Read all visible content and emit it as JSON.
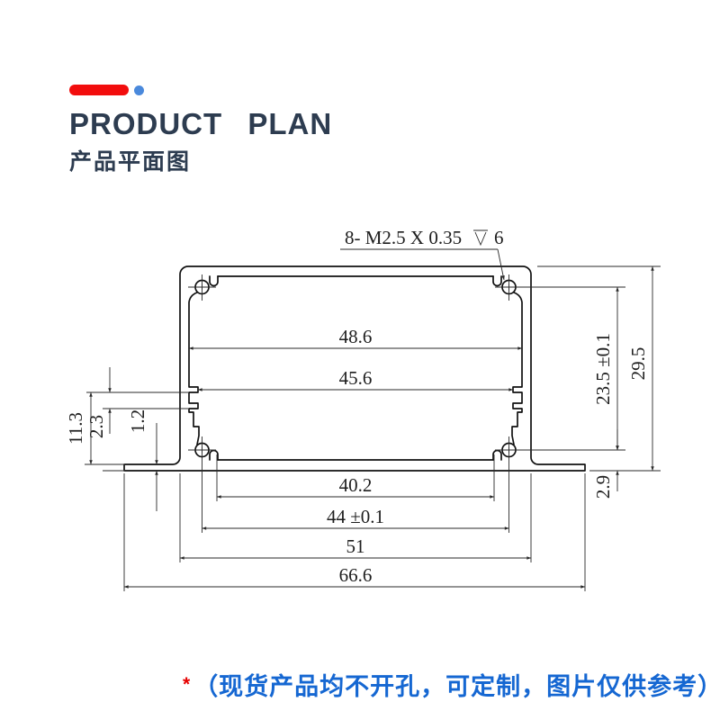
{
  "header": {
    "title": "PRODUCT PLAN",
    "subtitle": "产品平面图",
    "accent_red": "#f20d0d",
    "accent_blue": "#4a89dc",
    "title_color": "#2d3c50"
  },
  "drawing": {
    "type": "technical-cross-section",
    "annotation": {
      "prefix": "8- M2.5 X 0.35",
      "depth_symbol": "⊽",
      "suffix": "6",
      "full": "8- M2.5 X 0.35 ⊽ 6"
    },
    "dims": {
      "inner_width_top": "48.6",
      "rib_width": "45.6",
      "hook_span": "40.2",
      "hole_span": "44 ±0.1",
      "outer_width": "51",
      "flange_width": "66.6",
      "left_height": "11.3",
      "groove_pitch": "2.3",
      "flange_thickness": "1.2",
      "hole_height": "23.5 ±0.1",
      "total_height": "29.5",
      "flange_drop": "2.9"
    },
    "line_color": "#111111"
  },
  "footer": {
    "star": "*",
    "note": "（现货产品均不开孔，可定制，图片仅供参考）",
    "note_color": "#1567d2",
    "star_color": "#e60000"
  }
}
